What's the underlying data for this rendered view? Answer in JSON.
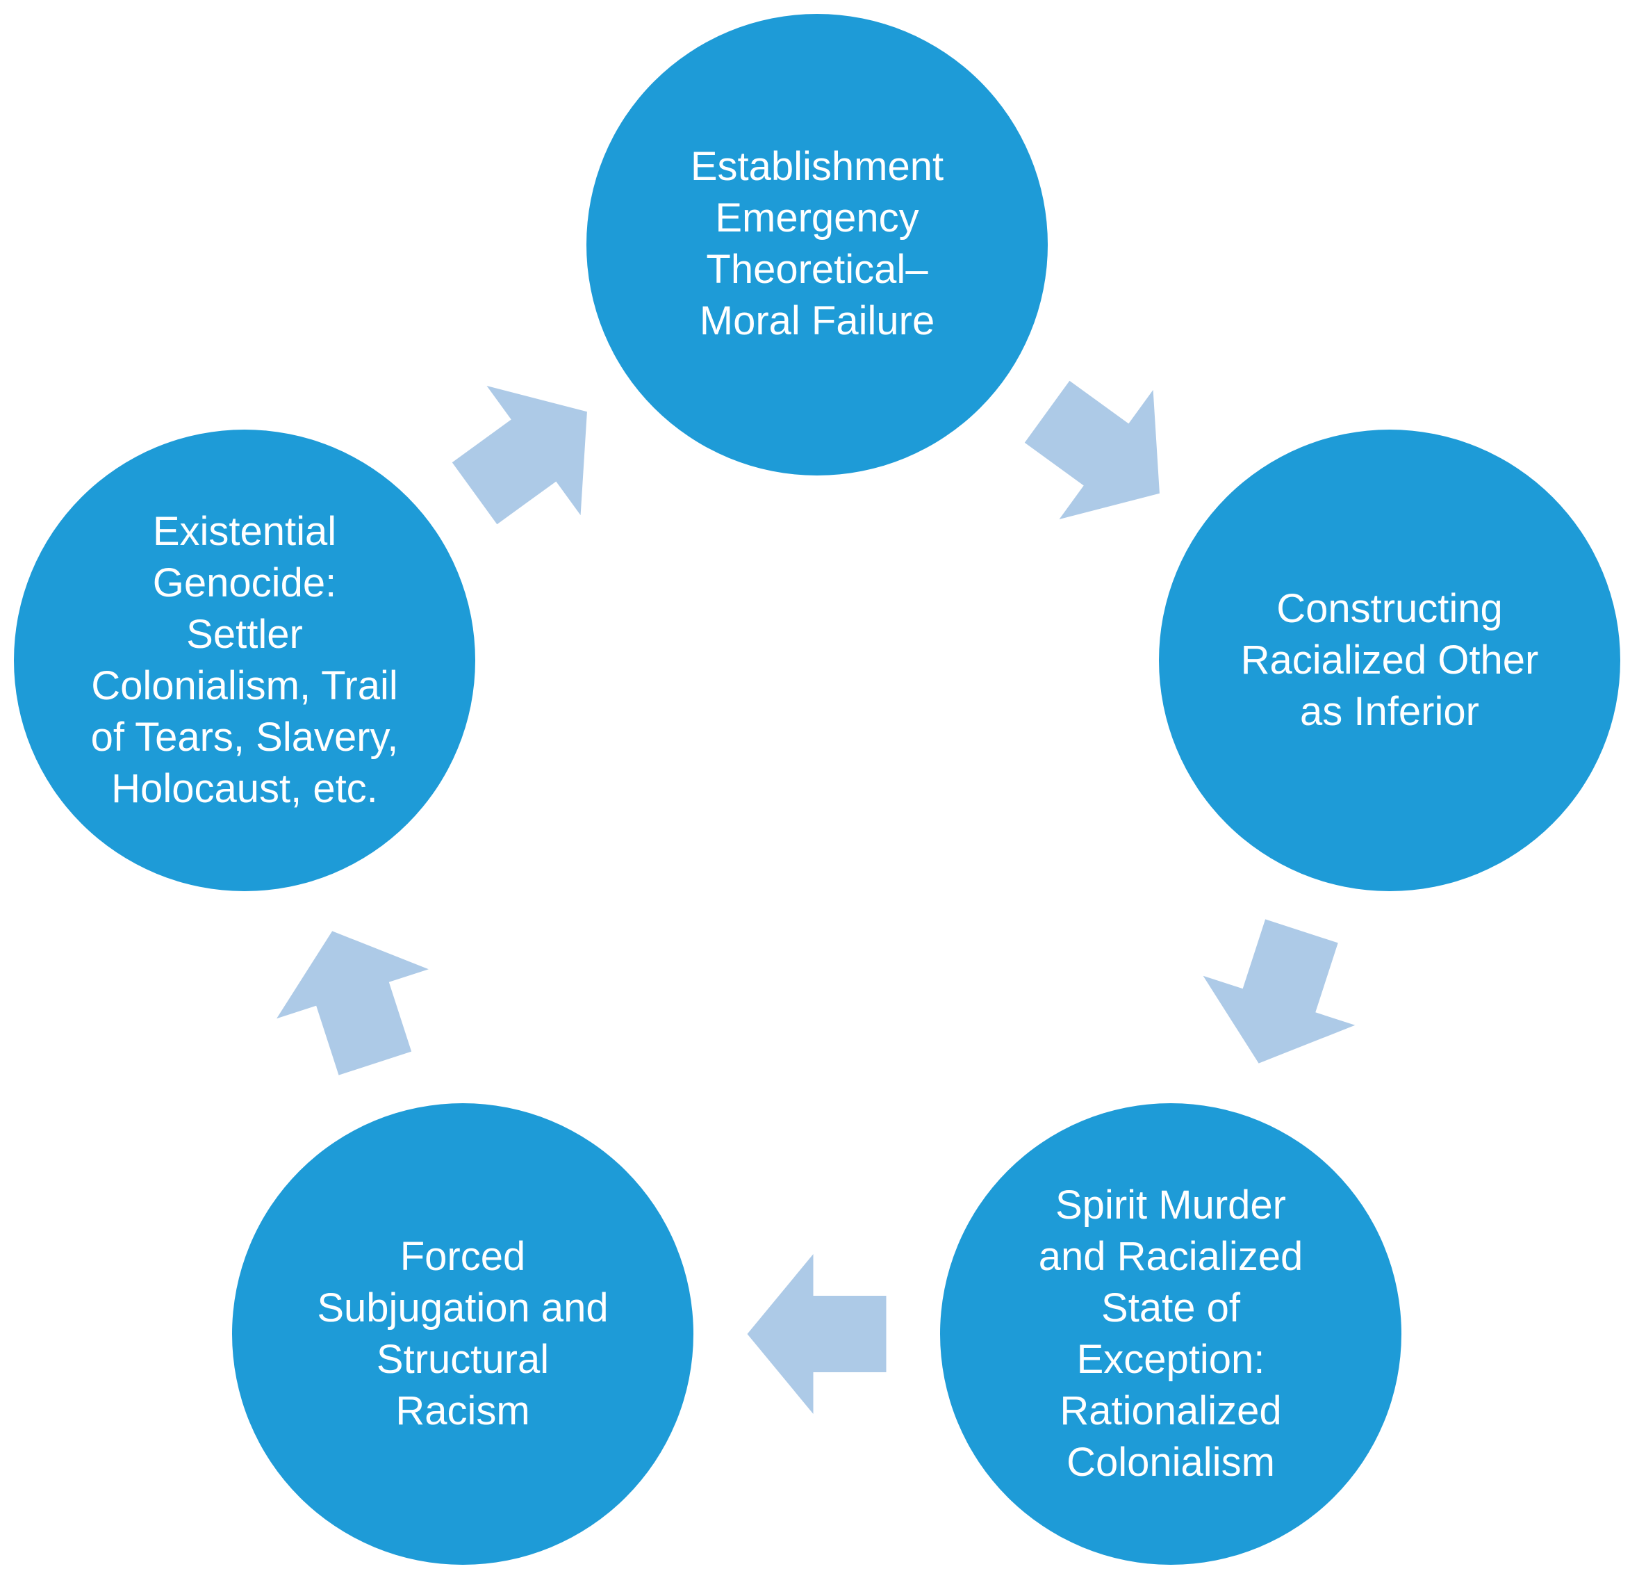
{
  "colors": {
    "node_fill": "#1E9BD7",
    "arrow_fill": "#ADCAE7",
    "label_text": "#FFFFFF",
    "background": "#FFFFFF"
  },
  "nodes": [
    {
      "id": "establishment-emergency",
      "label": "Establishment\nEmergency\nTheoretical–\nMoral Failure"
    },
    {
      "id": "constructing-racialized-other",
      "label": "Constructing\nRacialized Other\nas Inferior"
    },
    {
      "id": "spirit-murder",
      "label": "Spirit Murder\nand Racialized\nState of\nException:\nRationalized\nColonialism"
    },
    {
      "id": "forced-subjugation",
      "label": "Forced\nSubjugation and\nStructural\nRacism"
    },
    {
      "id": "existential-genocide",
      "label": "Existential\nGenocide:\nSettler\nColonialism, Trail\nof Tears, Slavery,\nHolocaust, etc."
    }
  ],
  "edges": [
    {
      "from": "establishment-emergency",
      "to": "constructing-racialized-other"
    },
    {
      "from": "constructing-racialized-other",
      "to": "spirit-murder"
    },
    {
      "from": "spirit-murder",
      "to": "forced-subjugation"
    },
    {
      "from": "forced-subjugation",
      "to": "existential-genocide"
    },
    {
      "from": "existential-genocide",
      "to": "establishment-emergency"
    }
  ]
}
